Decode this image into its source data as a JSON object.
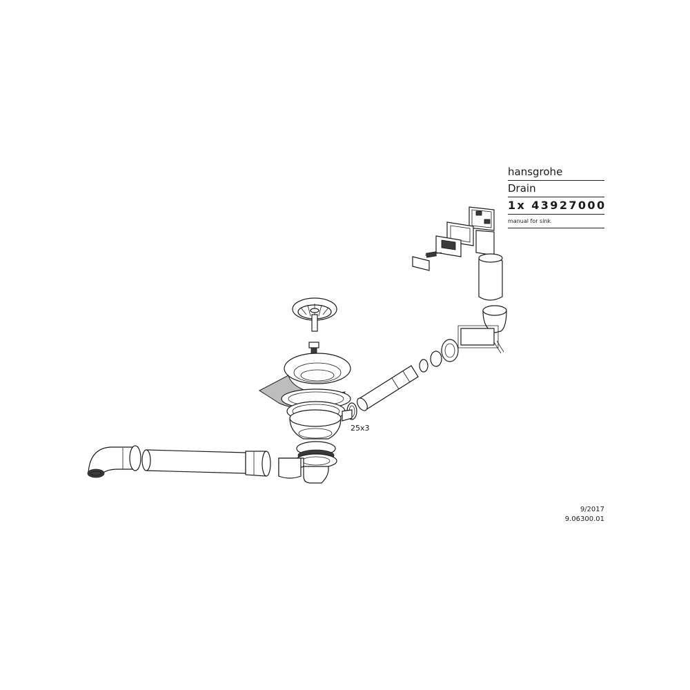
{
  "title_block": {
    "brand": "hansgrohe",
    "product": "Drain",
    "article": "1x 43927000",
    "doc_type": "manual for sink"
  },
  "drawing": {
    "callout_oring": "25x3"
  },
  "footer": {
    "date": "9/2017",
    "doc_number": "9.06300.01"
  }
}
